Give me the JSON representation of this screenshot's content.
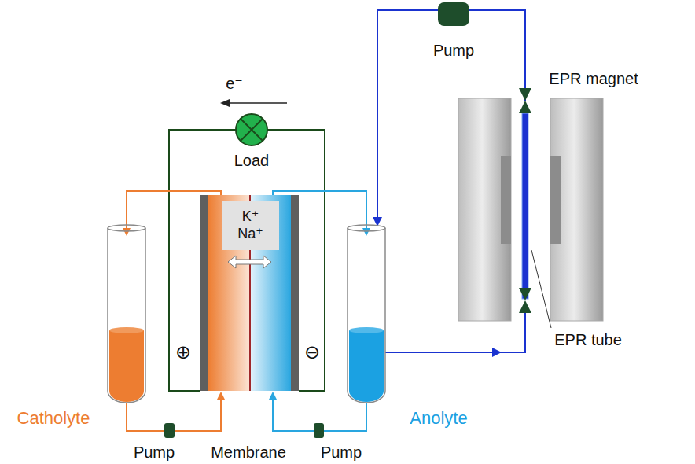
{
  "diagram": {
    "nodes": [
      {
        "text": [
          "K⁺ Na⁺"
        ]
      }
    ],
    "labels": [
      "Pump",
      "EPR magnet",
      "e⁻",
      "Load",
      "⊕",
      "⊖",
      "EPR tube",
      "Catholyte",
      "Pump",
      "Membrane",
      "Pump",
      "Anolyte"
    ]
  }
}
